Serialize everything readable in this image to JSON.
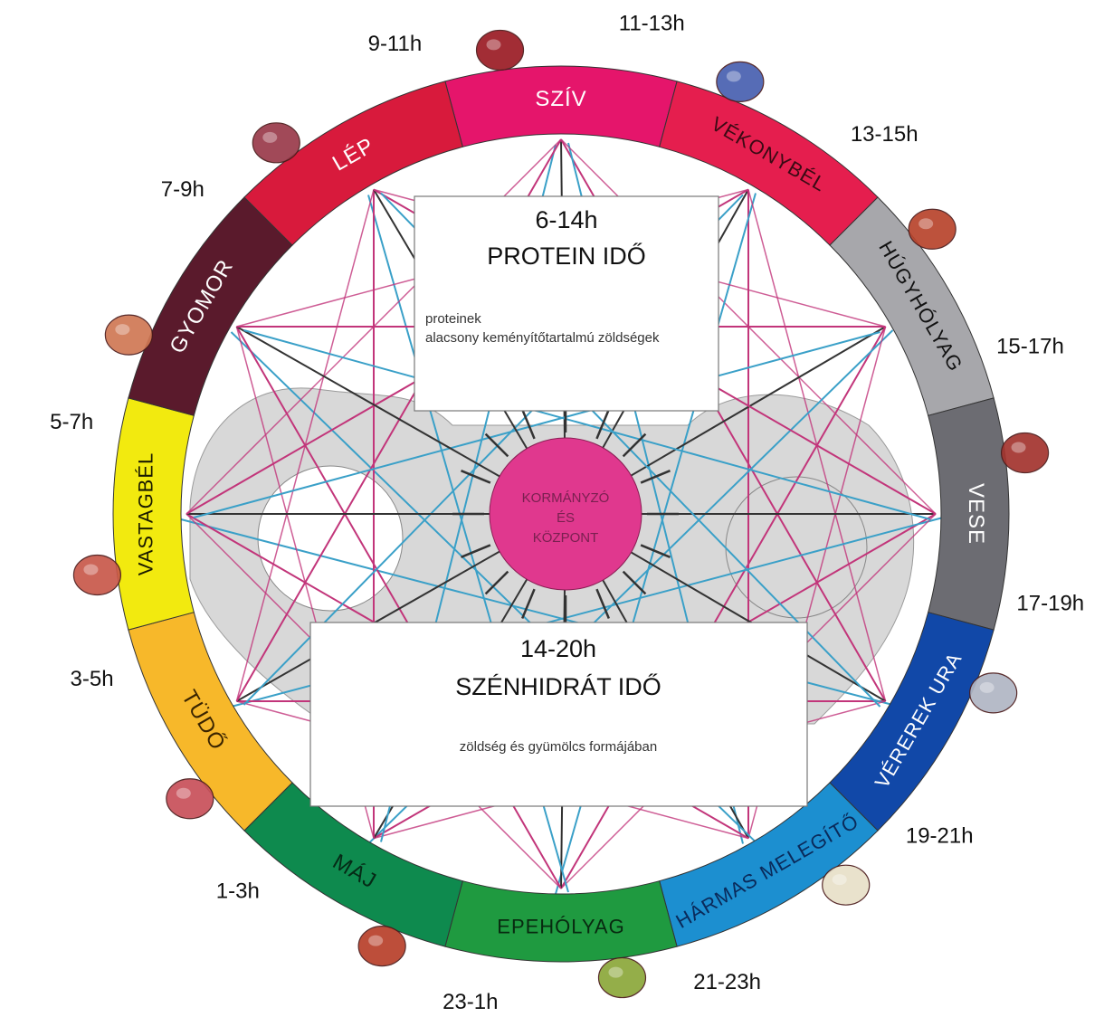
{
  "segments": [
    {
      "name": "SZÍV",
      "time": "11-13h",
      "color": "#e5156b",
      "textColor": "#ffffff"
    },
    {
      "name": "VÉKONYBÉL",
      "time": "13-15h",
      "color": "#e51e4e",
      "textColor": "#3a0a14"
    },
    {
      "name": "HÚGYHÓLYAG",
      "time": "15-17h",
      "color": "#a7a7ab",
      "textColor": "#111111"
    },
    {
      "name": "VESE",
      "time": "17-19h",
      "color": "#6c6c72",
      "textColor": "#ffffff"
    },
    {
      "name": "VÉREREK URA",
      "time": "19-21h",
      "color": "#1148a8",
      "textColor": "#ffffff"
    },
    {
      "name": "HÁRMAS MELEGÍTŐ",
      "time": "21-23h",
      "color": "#1c8fd0",
      "textColor": "#0a2a5a"
    },
    {
      "name": "EPEHÓLYAG",
      "time": "23-1h",
      "color": "#1f9a40",
      "textColor": "#082a10"
    },
    {
      "name": "MÁJ",
      "time": "1-3h",
      "color": "#0e8a4e",
      "textColor": "#052a16"
    },
    {
      "name": "TÜDŐ",
      "time": "3-5h",
      "color": "#f7b82a",
      "textColor": "#3a2400"
    },
    {
      "name": "VASTAGBÉL",
      "time": "5-7h",
      "color": "#f2ea0f",
      "textColor": "#1a1a00"
    },
    {
      "name": "GYOMOR",
      "time": "7-9h",
      "color": "#5a1a2c",
      "textColor": "#ffffff"
    },
    {
      "name": "LÉP",
      "time": "9-11h",
      "color": "#d81a3c",
      "textColor": "#ffffff"
    }
  ],
  "protein_box": {
    "time": "6-14h",
    "title": "PROTEIN IDŐ",
    "line1": "proteinek",
    "line2": "alacsony keményítőtartalmú zöldségek"
  },
  "carb_box": {
    "time": "14-20h",
    "title": "SZÉNHIDRÁT IDŐ",
    "line1": "zöldség és gyümölcs formájában"
  },
  "center": {
    "line1": "KORMÁNYZÓ",
    "line2": "ÉS",
    "line3": "KÖZPONT",
    "color": "#e0388e"
  },
  "line_colors": {
    "pink": "#c2357a",
    "blue": "#3aa0c8",
    "dark": "#333333"
  },
  "icons": [
    "heart-icon",
    "small-intestine-icon",
    "bladder-icon",
    "kidney-icon",
    "circulation-icon",
    "triple-burner-icon",
    "gallbladder-icon",
    "liver-icon",
    "lungs-icon",
    "colon-icon",
    "stomach-icon",
    "spleen-icon"
  ]
}
